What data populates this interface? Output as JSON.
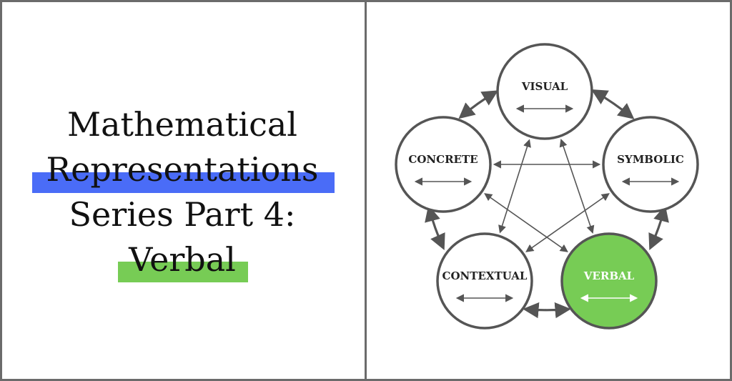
{
  "title": {
    "lines": [
      "Mathematical",
      "Representations",
      "Series Part 4:",
      "Verbal"
    ],
    "highlight_colors": {
      "representations": "#4a6cf7",
      "verbal": "#77cc55"
    }
  },
  "diagram": {
    "nodes": [
      {
        "id": "visual",
        "label": "VISUAL",
        "active": false
      },
      {
        "id": "symbolic",
        "label": "SYMBOLIC",
        "active": false
      },
      {
        "id": "verbal",
        "label": "VERBAL",
        "active": true
      },
      {
        "id": "contextual",
        "label": "CONTEXTUAL",
        "active": false
      },
      {
        "id": "concrete",
        "label": "CONCRETE",
        "active": false
      }
    ],
    "colors": {
      "stroke": "#555555",
      "active_fill": "#77cc55",
      "active_text": "#ffffff",
      "text": "#222222"
    }
  }
}
